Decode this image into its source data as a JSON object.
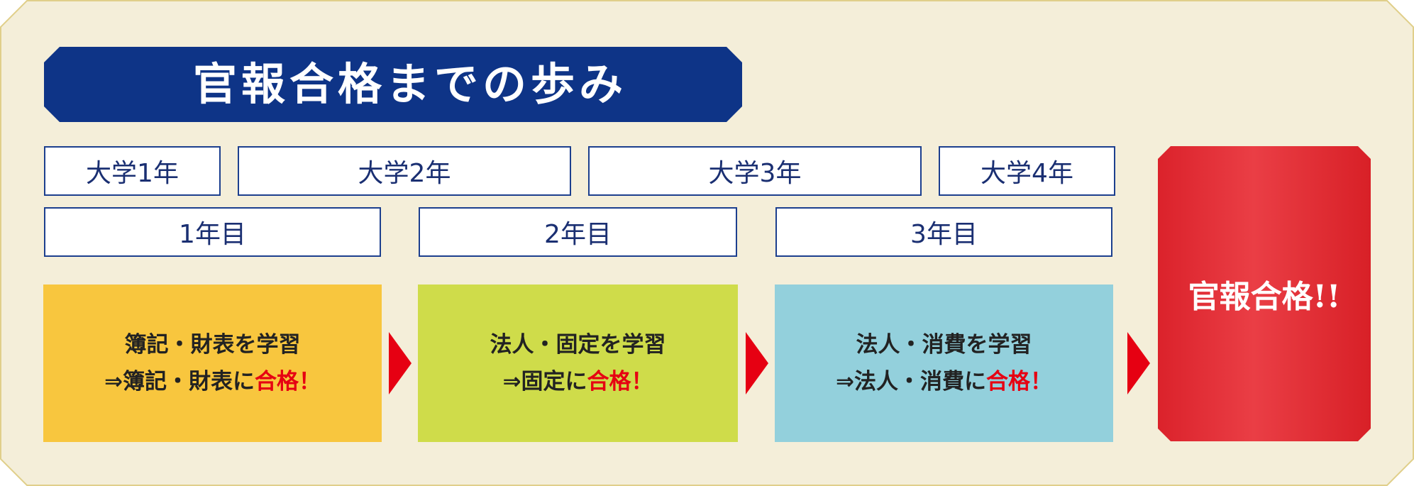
{
  "title": "官報合格までの歩み",
  "university_years": [
    "大学1年",
    "大学2年",
    "大学3年",
    "大学4年"
  ],
  "study_years": [
    "1年目",
    "2年目",
    "3年目"
  ],
  "stages": [
    {
      "line1": "簿記・財表を学習",
      "line2_prefix": "⇒簿記・財表に",
      "line2_highlight": "合格！"
    },
    {
      "line1": "法人・固定を学習",
      "line2_prefix": "⇒固定に",
      "line2_highlight": "合格！"
    },
    {
      "line1": "法人・消費を学習",
      "line2_prefix": "⇒法人・消費に",
      "line2_highlight": "合格！"
    }
  ],
  "final": "官報合格!!",
  "colors": {
    "background": "#f4eed9",
    "frame_border": "#e0cf8a",
    "title_bg": "#0e3487",
    "label_border": "#1c3f8e",
    "stage1": "#f8c63e",
    "stage2": "#cfdc4a",
    "stage3": "#93d0dc",
    "highlight": "#e60012",
    "final": "#db222b"
  },
  "icons": [
    "arrow-right-icon",
    "arrow-right-icon",
    "arrow-right-icon"
  ]
}
